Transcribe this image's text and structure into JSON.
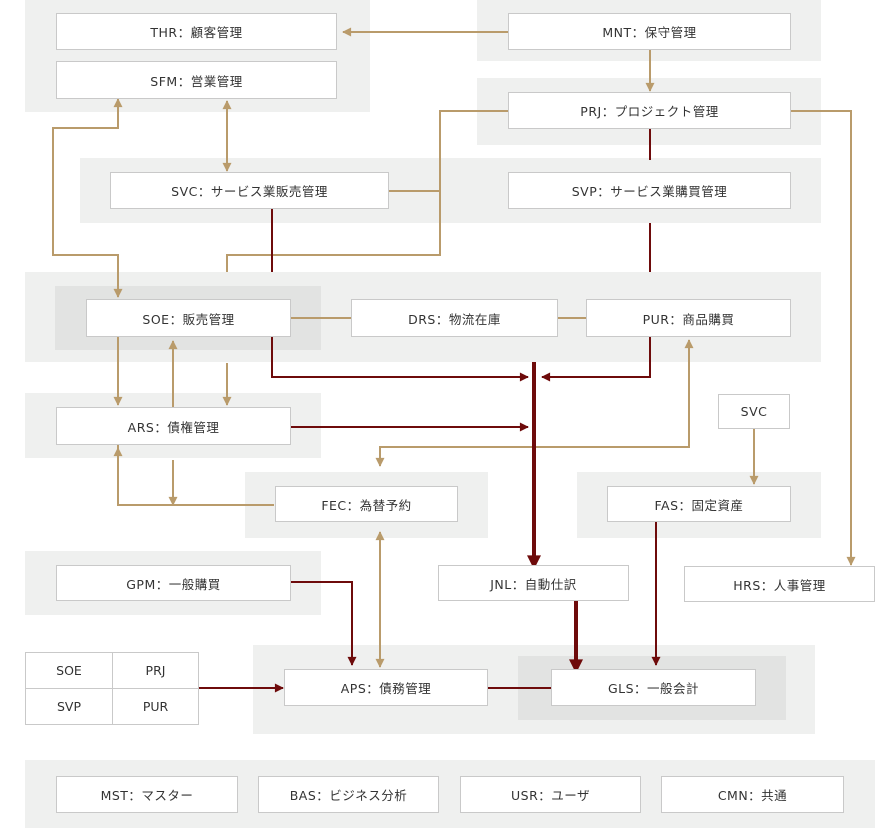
{
  "colors": {
    "tan": "#b99b6b",
    "darkred": "#6e0b0b",
    "group_bg": "#eff0ef",
    "group_dark_bg": "#e2e3e2",
    "node_border": "#c9c9c9",
    "text": "#333333"
  },
  "nodes": {
    "thr": "THR：顧客管理",
    "mnt": "MNT：保守管理",
    "sfm": "SFM：営業管理",
    "prj": "PRJ：プロジェクト管理",
    "svc_sales": "SVC：サービス業販売管理",
    "svp": "SVP：サービス業購買管理",
    "soe": "SOE：販売管理",
    "drs": "DRS：物流在庫",
    "pur": "PUR：商品購買",
    "svc_small": "SVC",
    "ars": "ARS：債権管理",
    "fec": "FEC：為替予約",
    "fas": "FAS：固定資産",
    "gpm": "GPM：一般購買",
    "jnl": "JNL：自動仕訳",
    "hrs": "HRS：人事管理",
    "aps": "APS：債務管理",
    "gls": "GLS：一般会計",
    "mst": "MST：マスター",
    "bas": "BAS：ビジネス分析",
    "usr": "USR：ユーザ",
    "cmn": "CMN：共通"
  },
  "source_grid": [
    "SOE",
    "PRJ",
    "SVP",
    "PUR"
  ]
}
